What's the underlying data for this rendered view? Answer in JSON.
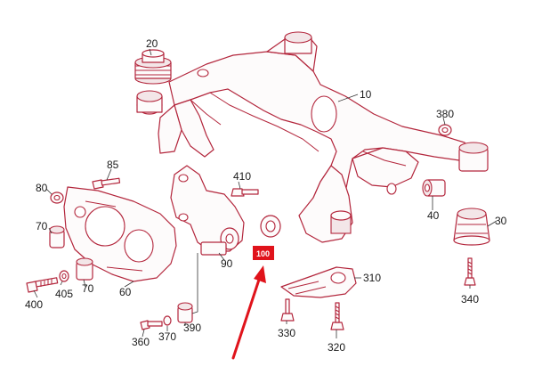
{
  "parts": [
    {
      "id": "p20",
      "number": "20"
    },
    {
      "id": "p10",
      "number": "10"
    },
    {
      "id": "p380",
      "number": "380"
    },
    {
      "id": "p85",
      "number": "85"
    },
    {
      "id": "p80",
      "number": "80"
    },
    {
      "id": "p410",
      "number": "410"
    },
    {
      "id": "p70a",
      "number": "70"
    },
    {
      "id": "p70b",
      "number": "70"
    },
    {
      "id": "p90",
      "number": "90"
    },
    {
      "id": "p40",
      "number": "40"
    },
    {
      "id": "p30",
      "number": "30"
    },
    {
      "id": "p400",
      "number": "400"
    },
    {
      "id": "p405",
      "number": "405"
    },
    {
      "id": "p60",
      "number": "60"
    },
    {
      "id": "p310",
      "number": "310"
    },
    {
      "id": "p340",
      "number": "340"
    },
    {
      "id": "p330",
      "number": "330"
    },
    {
      "id": "p360",
      "number": "360"
    },
    {
      "id": "p370",
      "number": "370"
    },
    {
      "id": "p390",
      "number": "390"
    },
    {
      "id": "p320",
      "number": "320"
    }
  ],
  "highlight": {
    "number": "100",
    "color": "#e0131b"
  },
  "colors": {
    "line": "#b3263c",
    "highlight": "#e0131b",
    "label": "#1a1a1a"
  }
}
